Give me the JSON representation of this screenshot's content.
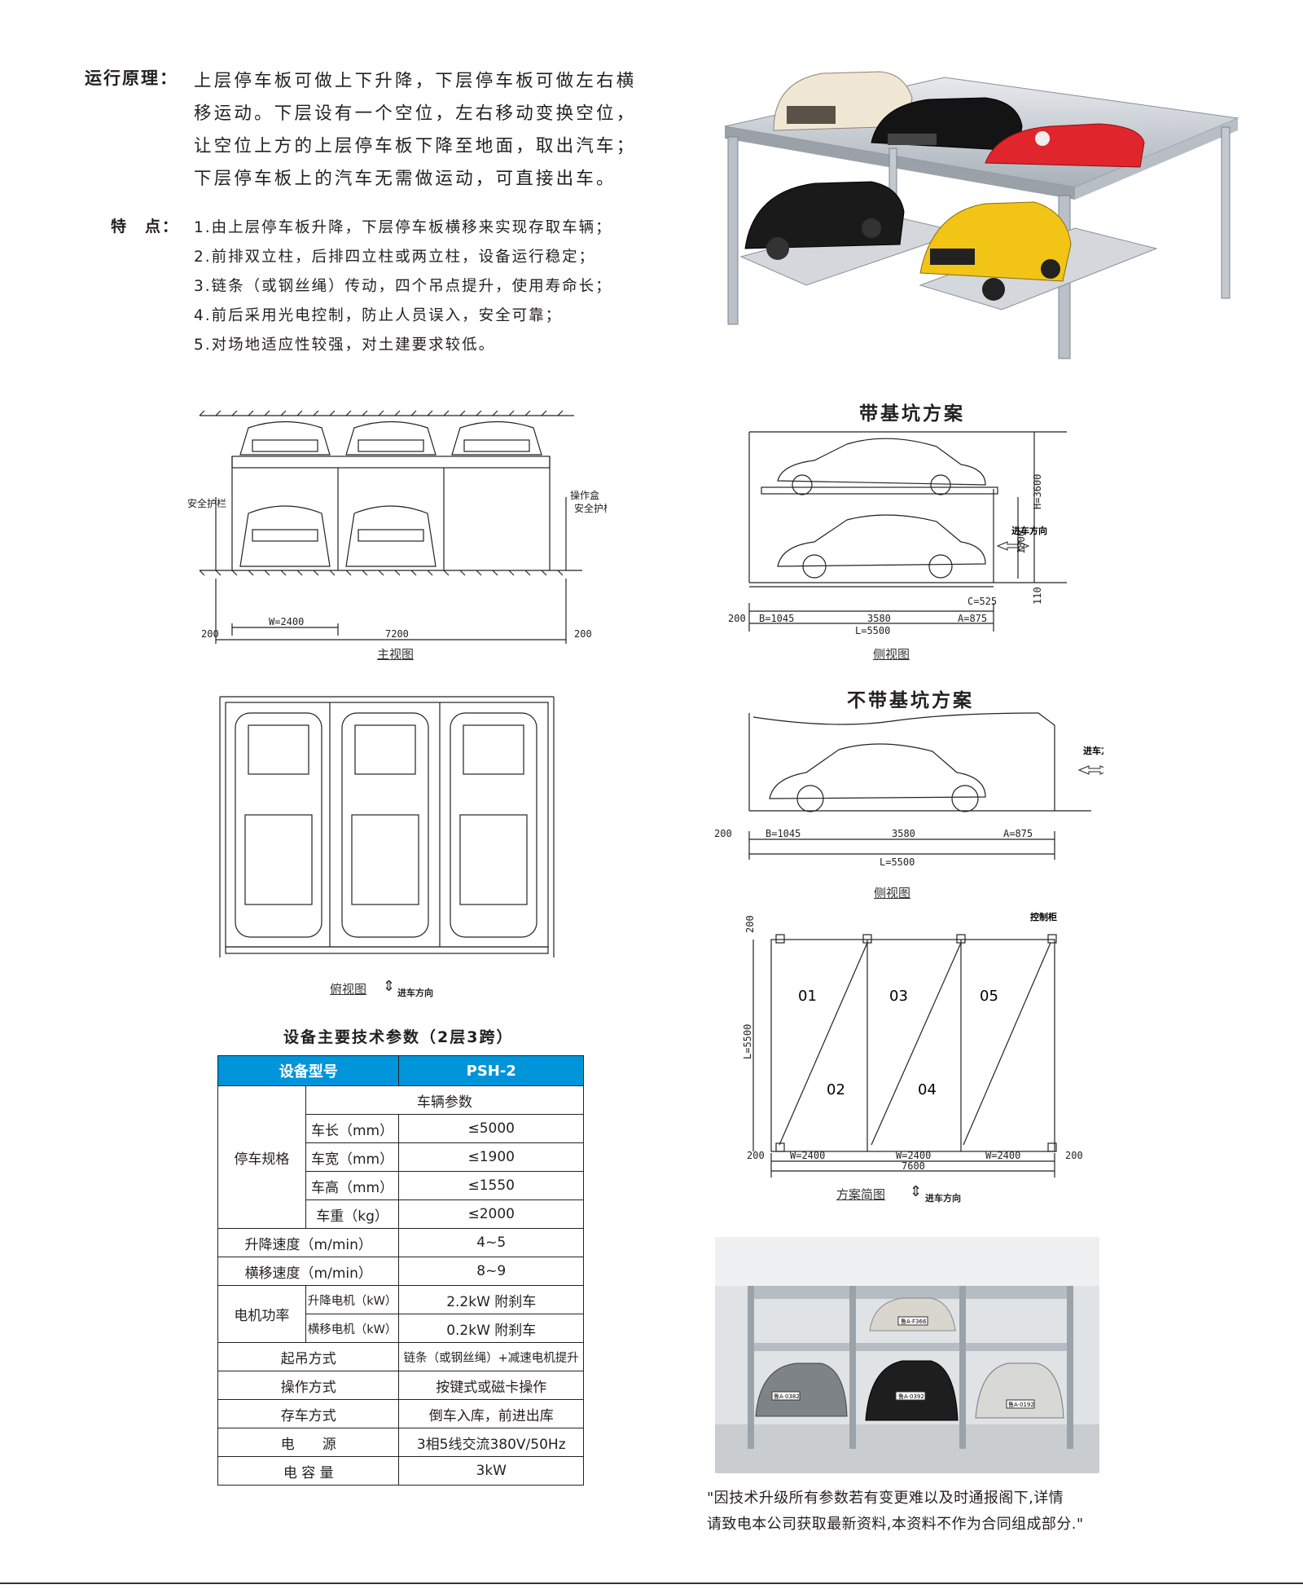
{
  "intro": {
    "label": "运行原理：",
    "lines": [
      "上层停车板可做上下升降，下层停车板可做左右横",
      "移运动。下层设有一个空位，左右移动变换空位，",
      "让空位上方的上层停车板下降至地面，取出汽车；",
      "下层停车板上的汽车无需做运动，可直接出车。"
    ]
  },
  "features": {
    "label": "特　点：",
    "items": [
      "1.由上层停车板升降，下层停车板横移来实现存取车辆；",
      "2.前排双立柱，后排四立柱或两立柱，设备运行稳定；",
      "3.链条（或钢丝绳）传动，四个吊点提升，使用寿命长；",
      "4.前后采用光电控制，防止人员误入，安全可靠；",
      "5.对场地适应性较强，对土建要求较低。"
    ]
  },
  "front_view": {
    "caption": "主视图",
    "label_left": "安全护栏",
    "label_right_top": "操作盒",
    "label_right_bottom": "安全护栏",
    "dim_w": "W=2400",
    "dim_total": "7200",
    "dim_left": "200",
    "dim_right": "200"
  },
  "pit_scheme": {
    "title": "带基坑方案",
    "caption": "侧视图",
    "dim_h": "H=3600",
    "dim_1800": "1800",
    "dim_110": "110",
    "dir": "进车方向",
    "dim_200": "200",
    "dim_b": "B=1045",
    "dim_mid": "3580",
    "dim_a": "A=875",
    "dim_c": "C=525",
    "dim_l": "L=5500"
  },
  "nopit_scheme": {
    "title": "不带基坑方案",
    "caption": "侧视图",
    "dir": "进车方向",
    "dim_200": "200",
    "dim_b": "B=1045",
    "dim_mid": "3580",
    "dim_a": "A=875",
    "dim_l": "L=5500"
  },
  "top_view": {
    "caption": "俯视图",
    "dir": "进车方向"
  },
  "plan": {
    "caption": "方案简图",
    "dir": "进车方向",
    "control": "控制柜",
    "slots": [
      "01",
      "02",
      "03",
      "04",
      "05"
    ],
    "dim_200_top": "200",
    "dim_l": "L=5500",
    "dim_w1": "W=2400",
    "dim_w2": "W=2400",
    "dim_w3": "W=2400",
    "dim_total": "7600",
    "dim_200_left": "200",
    "dim_200_right": "200"
  },
  "spec_table": {
    "title": "设备主要技术参数（2层3跨）",
    "header": [
      "设备型号",
      "PSH-2"
    ],
    "group_vehicle": "车辆参数",
    "group_spec": "停车规格",
    "vehicle": [
      {
        "k": "车长（mm）",
        "v": "≤5000"
      },
      {
        "k": "车宽（mm）",
        "v": "≤1900"
      },
      {
        "k": "车高（mm）",
        "v": "≤1550"
      },
      {
        "k": "车重（kg）",
        "v": "≤2000"
      }
    ],
    "lift_speed": {
      "k": "升降速度（m/min）",
      "v": "4~5"
    },
    "slide_speed": {
      "k": "横移速度（m/min）",
      "v": "8~9"
    },
    "motor_group": "电机功率",
    "motors": [
      {
        "k": "升降电机（kW）",
        "v": "2.2kW  附刹车"
      },
      {
        "k": "横移电机（kW）",
        "v": "0.2kW  附刹车"
      }
    ],
    "rows": [
      {
        "k": "起吊方式",
        "v": "链条（或钢丝绳）+减速电机提升"
      },
      {
        "k": "操作方式",
        "v": "按键式或磁卡操作"
      },
      {
        "k": "存车方式",
        "v": "倒车入库，前进出库"
      },
      {
        "k": "电　　源",
        "v": "3相5线交流380V/50Hz"
      },
      {
        "k": "电 容 量",
        "v": "3kW"
      }
    ]
  },
  "disclaimer": {
    "line1": "\"因技术升级所有参数若有变更难以及时通报阁下,详情",
    "line2": "请致电本公司获取最新资料,本资料不作为合同组成部分.\""
  },
  "photo_plates": [
    "鲁A·F366",
    "鲁A·0382",
    "鲁A·0392",
    "鲁A·0192"
  ],
  "colors": {
    "table_header": "#0095da",
    "line": "#222222"
  }
}
